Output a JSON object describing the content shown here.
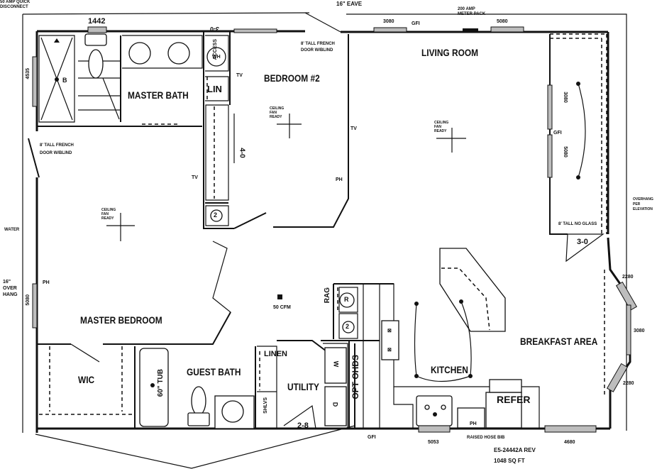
{
  "plan": {
    "model": "E5-24442A REV",
    "area": "1048 SQ FT"
  },
  "rooms": {
    "master_bath": "MASTER BATH",
    "bedroom2": "BEDROOM #2",
    "living_room": "LIVING ROOM",
    "master_bedroom": "MASTER BEDROOM",
    "wic": "WIC",
    "guest_bath": "GUEST BATH",
    "utility": "UTILITY",
    "kitchen": "KITCHEN",
    "breakfast_area": "BREAKFAST AREA"
  },
  "fixtures": {
    "linen_closet": "LIN",
    "linen": "LINEN",
    "shelves": "SHLVS",
    "water_heater": "WH",
    "range": "R",
    "refer": "REFER",
    "washer": "W",
    "dryer": "D",
    "opt_ohds": "OPT OHDS",
    "rag": "RAG",
    "tub": "60\" TUB",
    "circle_2a": "2",
    "circle_2b": "2",
    "shower_b": "B",
    "access": "ACCESS",
    "fan_cfm": "50 CFM",
    "ceiling_fan": [
      "CEILING",
      "FAN",
      "READY"
    ]
  },
  "annotations": {
    "disconnect": [
      "50 AMP QUICK",
      "DISCONNECT"
    ],
    "eave": "16\" EAVE",
    "meter": [
      "200 AMP",
      "METER PACK"
    ],
    "french_door_top": [
      "8' TALL FRENCH",
      "DOOR W/BLIND"
    ],
    "french_door_left": [
      "8' TALL FRENCH",
      "DOOR W/BLIND"
    ],
    "no_glass": "8' TALL NO GLASS",
    "overhang_right": [
      "OVERHANG",
      "PER",
      "ELEVATION"
    ],
    "overhang_left": [
      "16\"",
      "OVER",
      "HANG"
    ],
    "water": "WATER",
    "raised_hose": "RAISED HOSE BIB",
    "gfi": "GFI",
    "tv": "TV",
    "ph": "PH"
  },
  "dimensions": {
    "win_1442": "1442",
    "win_4535": "4535",
    "door_3_0_top": "3-0",
    "win_3080_top": "3080",
    "win_5080_top": "5080",
    "win_3080_r1": "3080",
    "win_5080_r2": "5080",
    "door_4_0": "4-0",
    "door_3_0_right": "3-0",
    "win_2280_a": "2280",
    "win_3080_bay": "3080",
    "win_2280_b": "2280",
    "win_5080_left": "5080",
    "door_2_8": "2-8",
    "win_5053": "5053",
    "win_4680": "4680"
  }
}
